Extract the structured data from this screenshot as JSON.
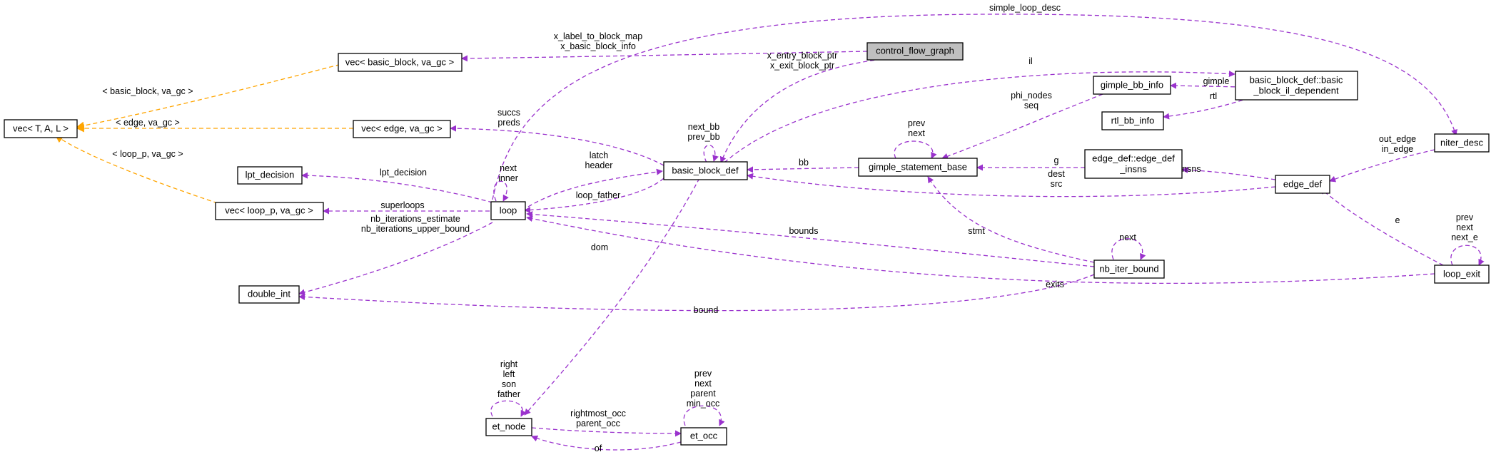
{
  "diagram": {
    "colors": {
      "member_edge": "#9a32cd",
      "template_edge": "#ffa500",
      "highlight_fill": "#bfbfbf"
    },
    "nodes": {
      "control_flow_graph": "control_flow_graph",
      "vec_basic_block": "vec< basic_block, va_gc >",
      "vec_edge": "vec< edge, va_gc >",
      "vec_tal": "vec< T, A, L >",
      "lpt_decision": "lpt_decision",
      "vec_loop_p": "vec< loop_p, va_gc >",
      "double_int": "double_int",
      "loop": "loop",
      "basic_block_def": "basic_block_def",
      "gimple_bb_info": "gimple_bb_info",
      "rtl_bb_info": "rtl_bb_info",
      "bb_il_line1": "basic_block_def::basic",
      "bb_il_line2": "_block_il_dependent",
      "gimple_statement_base": "gimple_statement_base",
      "edge_insns_line1": "edge_def::edge_def",
      "edge_insns_line2": "_insns",
      "niter_desc": "niter_desc",
      "edge_def": "edge_def",
      "nb_iter_bound": "nb_iter_bound",
      "loop_exit": "loop_exit",
      "et_node": "et_node",
      "et_occ": "et_occ"
    },
    "labels": {
      "simple_loop_desc": "simple_loop_desc",
      "x_label_to_block_map": "x_label_to_block_map",
      "x_basic_block_info": "x_basic_block_info",
      "x_entry_block_ptr": "x_entry_block_ptr",
      "x_exit_block_ptr": "x_exit_block_ptr",
      "basic_block_tpl": "< basic_block, va_gc >",
      "edge_tpl": "< edge, va_gc >",
      "loop_p_tpl": "< loop_p, va_gc >",
      "il": "il",
      "succs": "succs",
      "preds": "preds",
      "next_bb": "next_bb",
      "prev_bb": "prev_bb",
      "phi_nodes": "phi_nodes",
      "seq": "seq",
      "gimple": "gimple",
      "rtl": "rtl",
      "prev_gsb": "prev",
      "next_gsb": "next",
      "latch": "latch",
      "header": "header",
      "next_loop": "next",
      "inner": "inner",
      "lpt_decision": "lpt_decision",
      "loop_father": "loop_father",
      "superloops": "superloops",
      "bb": "bb",
      "g": "g",
      "dest": "dest",
      "src": "src",
      "insns": "insns",
      "out_edge": "out_edge",
      "in_edge": "in_edge",
      "nb_iterations_estimate": "nb_iterations_estimate",
      "nb_iterations_upper_bound": "nb_iterations_upper_bound",
      "bounds": "bounds",
      "stmt": "stmt",
      "next_nb": "next",
      "dom": "dom",
      "exits": "exits",
      "bound": "bound",
      "e": "e",
      "prev_exit": "prev",
      "next_exit": "next",
      "next_e": "next_e",
      "right": "right",
      "left": "left",
      "son": "son",
      "father": "father",
      "rightmost_occ": "rightmost_occ",
      "parent_occ": "parent_occ",
      "of": "of",
      "prev_occ": "prev",
      "next_occ": "next",
      "parent": "parent",
      "min_occ": "min_occ"
    }
  }
}
